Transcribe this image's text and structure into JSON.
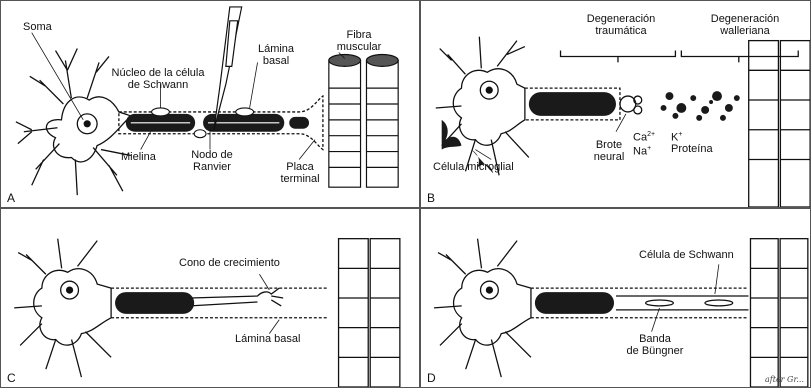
{
  "panels": {
    "a": {
      "letter": "A",
      "labels": {
        "soma": "Soma",
        "schwann_nucleus_1": "Núcleo de la célula",
        "schwann_nucleus_2": "de Schwann",
        "basal_lamina_1": "Lámina",
        "basal_lamina_2": "basal",
        "muscle_fiber_1": "Fibra",
        "muscle_fiber_2": "muscular",
        "myelin": "Mielina",
        "ranvier_1": "Nodo de",
        "ranvier_2": "Ranvier",
        "end_plate_1": "Placa",
        "end_plate_2": "terminal"
      }
    },
    "b": {
      "letter": "B",
      "labels": {
        "traumatic_1": "Degeneración",
        "traumatic_2": "traumática",
        "wallerian_1": "Degeneración",
        "wallerian_2": "walleriana",
        "sprout_1": "Brote",
        "sprout_2": "neural",
        "ca": "Ca",
        "ca_charge": "2+",
        "na": "Na",
        "na_charge": "+",
        "k": "K",
        "k_charge": "+",
        "protein": "Proteína",
        "microglia": "Célula microglial"
      }
    },
    "c": {
      "letter": "C",
      "labels": {
        "growth_cone": "Cono de crecimiento",
        "basal_lamina": "Lámina basal"
      }
    },
    "d": {
      "letter": "D",
      "labels": {
        "schwann_cell": "Célula de Schwann",
        "bungner_1": "Banda",
        "bungner_2": "de Büngner"
      },
      "signature": "after Gr..."
    }
  },
  "colors": {
    "ink": "#111111",
    "myelin": "#1a1a1a",
    "border": "#555555",
    "background": "#ffffff"
  }
}
